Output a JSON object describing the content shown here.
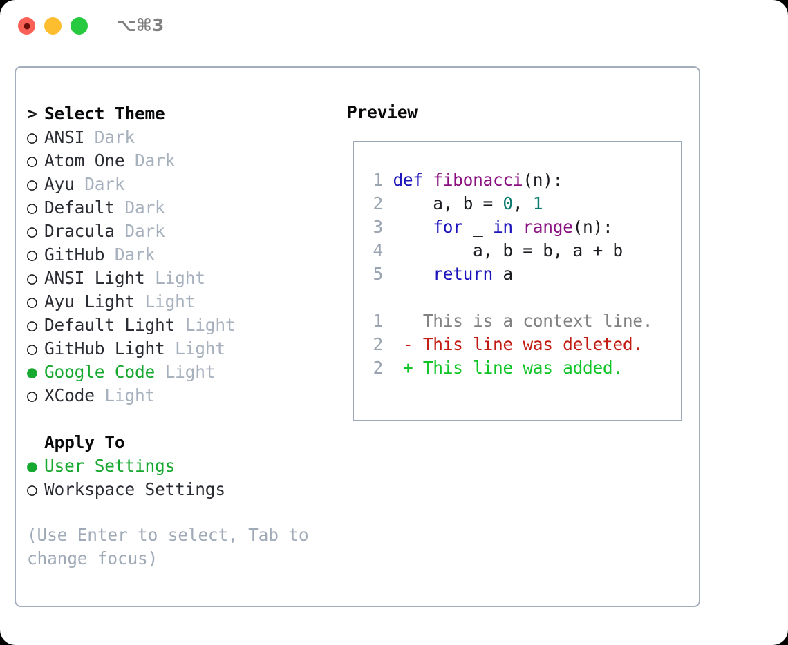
{
  "window": {
    "shortcut_label": "⌥⌘3",
    "traffic_lights": [
      "close-red",
      "minimize-yellow",
      "maximize-green"
    ]
  },
  "theme_picker": {
    "header_prefix": ">",
    "header_label": "Select Theme",
    "selected_theme": "Google Code",
    "selected_marker": "●",
    "unselected_marker": "○",
    "items": [
      {
        "marker": "○",
        "name": "ANSI",
        "kind": "Dark",
        "selected": false
      },
      {
        "marker": "○",
        "name": "Atom One",
        "kind": "Dark",
        "selected": false
      },
      {
        "marker": "○",
        "name": "Ayu",
        "kind": "Dark",
        "selected": false
      },
      {
        "marker": "○",
        "name": "Default",
        "kind": "Dark",
        "selected": false
      },
      {
        "marker": "○",
        "name": "Dracula",
        "kind": "Dark",
        "selected": false
      },
      {
        "marker": "○",
        "name": "GitHub",
        "kind": "Dark",
        "selected": false
      },
      {
        "marker": "○",
        "name": "ANSI Light",
        "kind": "Light",
        "selected": false
      },
      {
        "marker": "○",
        "name": "Ayu Light",
        "kind": "Light",
        "selected": false
      },
      {
        "marker": "○",
        "name": "Default Light",
        "kind": "Light",
        "selected": false
      },
      {
        "marker": "○",
        "name": "GitHub Light",
        "kind": "Light",
        "selected": false
      },
      {
        "marker": "●",
        "name": "Google Code",
        "kind": "Light",
        "selected": true
      },
      {
        "marker": "○",
        "name": "XCode",
        "kind": "Light",
        "selected": false
      }
    ]
  },
  "apply_to": {
    "header_label": "Apply To",
    "selected_option": "User Settings",
    "options": [
      {
        "marker": "●",
        "label": "User Settings",
        "selected": true
      },
      {
        "marker": "○",
        "label": "Workspace Settings",
        "selected": false
      }
    ]
  },
  "hint": {
    "text": "(Use Enter to select, Tab to change focus)"
  },
  "preview": {
    "title": "Preview",
    "code_lines": [
      {
        "num": "1",
        "tokens": [
          {
            "t": "def",
            "c": "kw"
          },
          {
            "t": " ",
            "c": "plain"
          },
          {
            "t": "fibonacci",
            "c": "fn"
          },
          {
            "t": "(n):",
            "c": "plain"
          }
        ]
      },
      {
        "num": "2",
        "tokens": [
          {
            "t": "    a, b = ",
            "c": "plain"
          },
          {
            "t": "0",
            "c": "num"
          },
          {
            "t": ", ",
            "c": "plain"
          },
          {
            "t": "1",
            "c": "num"
          }
        ]
      },
      {
        "num": "3",
        "tokens": [
          {
            "t": "    ",
            "c": "plain"
          },
          {
            "t": "for",
            "c": "kw"
          },
          {
            "t": " _ ",
            "c": "plain"
          },
          {
            "t": "in",
            "c": "kw"
          },
          {
            "t": " ",
            "c": "plain"
          },
          {
            "t": "range",
            "c": "fn"
          },
          {
            "t": "(n):",
            "c": "plain"
          }
        ]
      },
      {
        "num": "4",
        "tokens": [
          {
            "t": "        a, b = b, a + b",
            "c": "plain"
          }
        ]
      },
      {
        "num": "5",
        "tokens": [
          {
            "t": "    ",
            "c": "plain"
          },
          {
            "t": "return",
            "c": "kw"
          },
          {
            "t": " a",
            "c": "plain"
          }
        ]
      }
    ],
    "diff_lines": [
      {
        "num": "1",
        "sign": " ",
        "text": "This is a context line.",
        "kind": "ctx"
      },
      {
        "num": "2",
        "sign": "-",
        "text": "This line was deleted.",
        "kind": "del"
      },
      {
        "num": "2",
        "sign": "+",
        "text": "This line was added.",
        "kind": "add"
      }
    ]
  },
  "colors": {
    "accent_green": "#17a830",
    "muted": "#a7b0bd",
    "border": "#a2aebb",
    "keyword": "#1c14bb",
    "function": "#8a1080",
    "number": "#0b7a6e",
    "diff_delete": "#c21a10",
    "diff_add": "#0fc425",
    "traffic_red": "#fa6156",
    "traffic_yellow": "#fcbd2e",
    "traffic_green": "#27c93f"
  }
}
